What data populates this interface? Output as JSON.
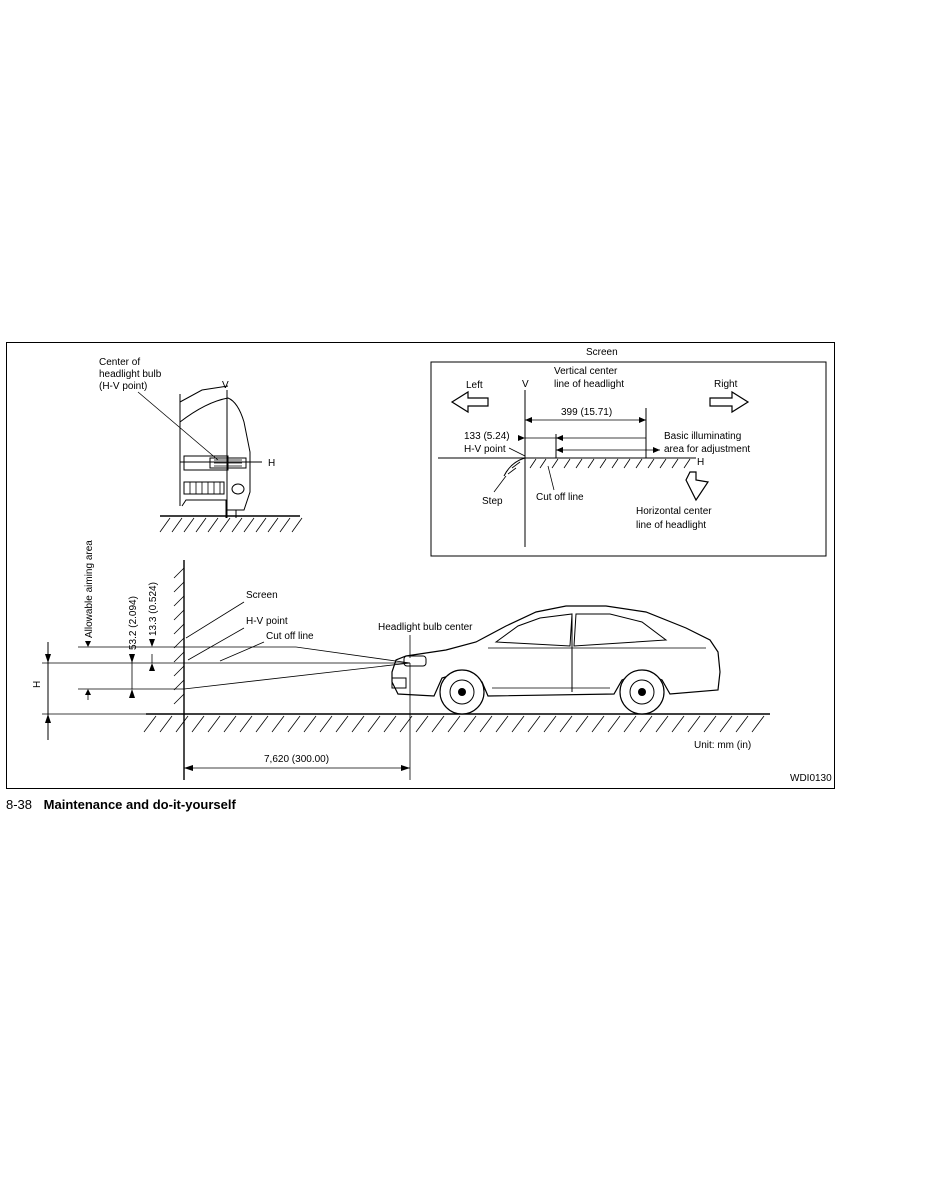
{
  "figure": {
    "front_view": {
      "center_label_line1": "Center of",
      "center_label_line2": "headlight bulb",
      "center_label_line3": "(H-V point)",
      "v_label": "V",
      "h_label": "H"
    },
    "screen_inset": {
      "title": "Screen",
      "left_label": "Left",
      "right_label": "Right",
      "v_label": "V",
      "vertical_center_line1": "Vertical center",
      "vertical_center_line2": "line of headlight",
      "dim_399": "399 (15.71)",
      "dim_133": "133 (5.24)",
      "hv_point": "H-V point",
      "basic_area_line1": "Basic illuminating",
      "basic_area_line2": "area for adjustment",
      "h_label": "H",
      "step": "Step",
      "cut_off_line": "Cut off line",
      "horizontal_center_line1": "Horizontal center",
      "horizontal_center_line2": "line of headlight"
    },
    "side_view": {
      "allowable_aiming_area": "Allowable aiming area",
      "dim_53": "53.2 (2.094)",
      "dim_13": "13.3 (0.524)",
      "h_label": "H",
      "screen": "Screen",
      "hv_point": "H-V point",
      "cut_off_line": "Cut off line",
      "headlight_bulb_center": "Headlight bulb center",
      "distance": "7,620 (300.00)",
      "unit": "Unit: mm (in)",
      "figure_code": "WDI0130"
    }
  },
  "footer": {
    "page_number": "8-38",
    "section_title": "Maintenance and do-it-yourself"
  }
}
